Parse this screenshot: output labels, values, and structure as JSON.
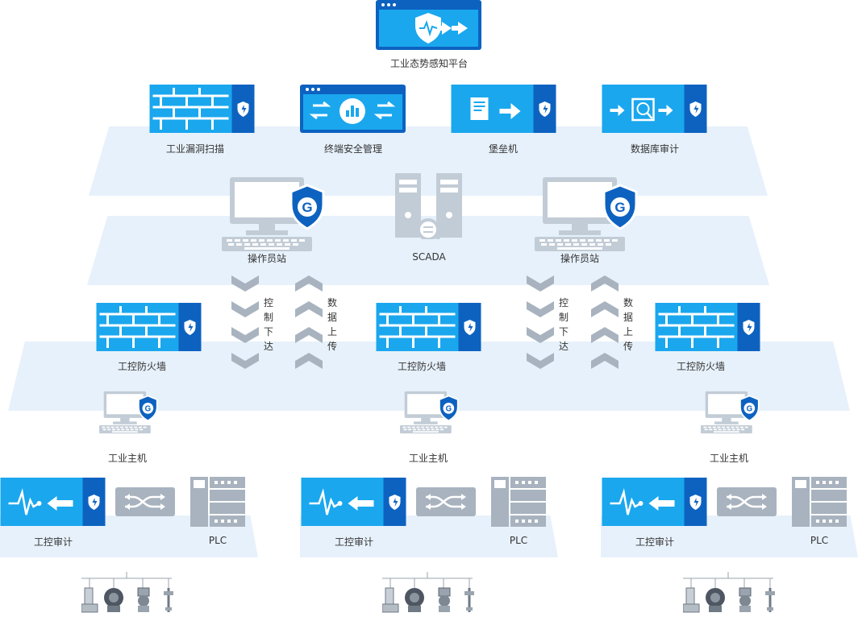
{
  "top_platform": {
    "label": "工业态势感知平台"
  },
  "row1": {
    "vuln_scan": "工业漏洞扫描",
    "endpoint_mgmt": "终端安全管理",
    "bastion": "堡垒机",
    "db_audit": "数据库审计"
  },
  "row2": {
    "op_station_left": "操作员站",
    "scada": "SCADA",
    "op_station_right": "操作员站"
  },
  "arrows": {
    "control_down": "控制下达",
    "data_up": "数据上传"
  },
  "row3": {
    "firewall_label": "工控防火墙",
    "host_label": "工业主机"
  },
  "row4": {
    "audit_label": "工控审计",
    "plc_label": "PLC"
  },
  "colors": {
    "primary": "#1aa7ee",
    "dark": "#0d62c0",
    "band": "#e7f1fb",
    "gray": "#a8b3bf"
  }
}
